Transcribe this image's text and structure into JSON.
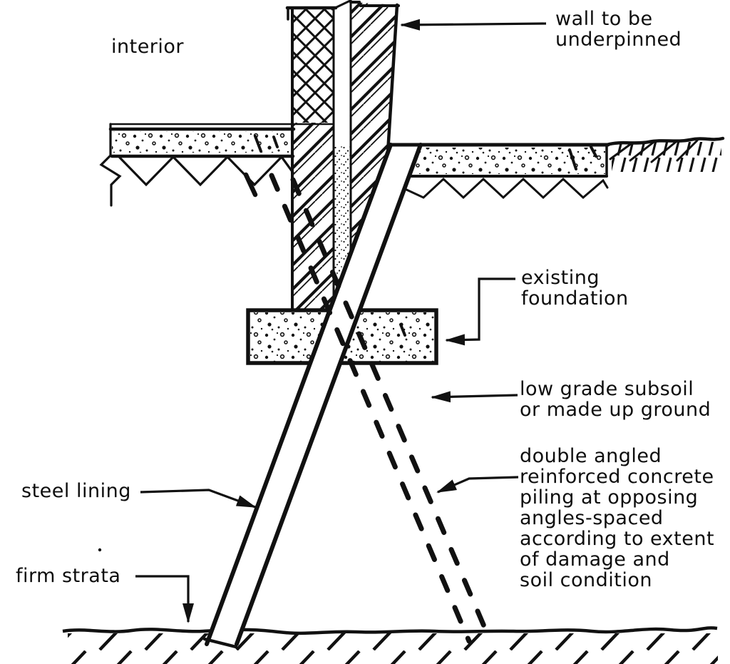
{
  "figure": {
    "background": "#ffffff",
    "ink": "#111111"
  },
  "labels": {
    "interior": "interior",
    "wall": "wall to be\nunderpinned",
    "existing_foundation": "existing\nfoundation",
    "subsoil": "low grade subsoil\nor made up ground",
    "piling": "double angled\nreinforced concrete\npiling at opposing\nangles-spaced\naccording to extent\nof damage and\nsoil condition",
    "steel_lining": "steel lining",
    "firm_strata": "firm strata"
  }
}
